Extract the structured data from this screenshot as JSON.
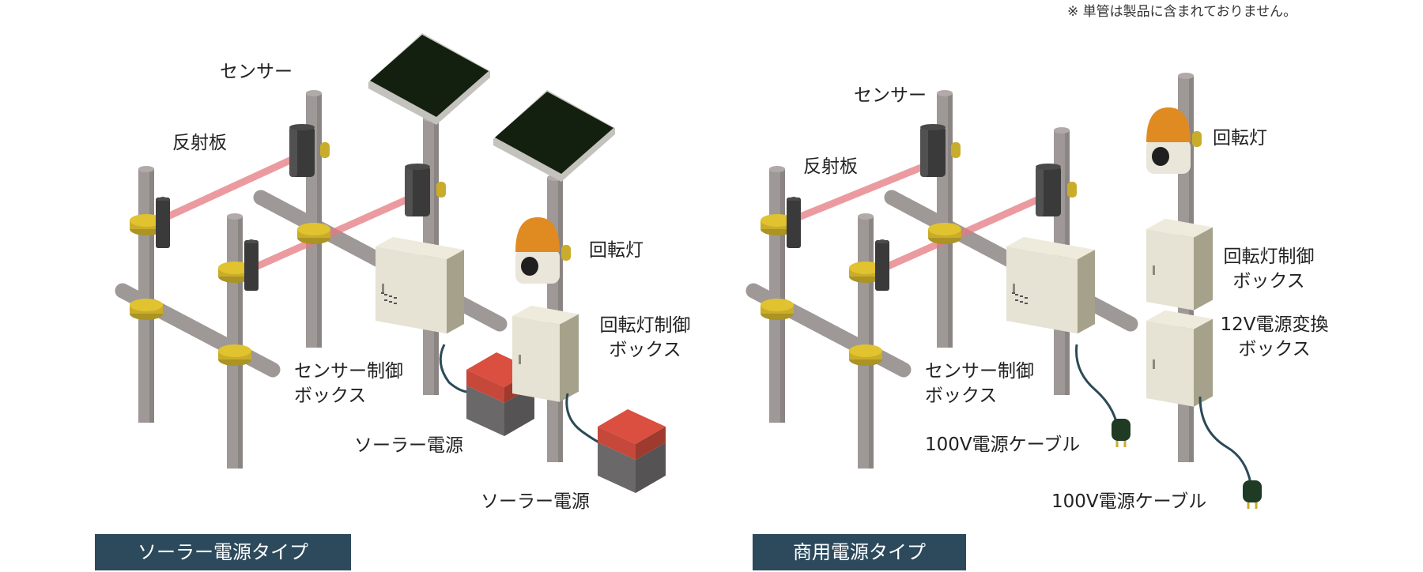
{
  "note": "※ 単管は製品に含まれておりません。",
  "colors": {
    "pole": "#9e9896",
    "pole_dark": "#8a8482",
    "clamp": "#c9ad2a",
    "sensor": "#3a3a3a",
    "beam": "#e47a80",
    "box_face": "#e6e2d4",
    "box_side": "#a6a18a",
    "solar_panel": "#13200f",
    "solar_frame": "#c4c2bd",
    "battery_top": "#c6483a",
    "battery_side": "#6a6868",
    "lamp_dome": "#e08a22",
    "cable": "#2b4a58",
    "plug": "#1f3b23",
    "tag_bg": "#2c4a5c"
  },
  "solar": {
    "type_label": "ソーラー電源タイプ",
    "sensor_label": "センサー",
    "reflector_label": "反射板",
    "lamp_label": "回転灯",
    "lamp_box_label_1": "回転灯制御",
    "lamp_box_label_2": "ボックス",
    "sensor_box_label_1": "センサー制御",
    "sensor_box_label_2": "ボックス",
    "power_label_1": "ソーラー電源",
    "power_label_2": "ソーラー電源"
  },
  "commercial": {
    "type_label": "商用電源タイプ",
    "sensor_label": "センサー",
    "reflector_label": "反射板",
    "lamp_label": "回転灯",
    "lamp_box_label_1": "回転灯制御",
    "lamp_box_label_2": "ボックス",
    "converter_label_1": "12V電源変換",
    "converter_label_2": "ボックス",
    "sensor_box_label_1": "センサー制御",
    "sensor_box_label_2": "ボックス",
    "cable_label_1": "100V電源ケーブル",
    "cable_label_2": "100V電源ケーブル"
  }
}
